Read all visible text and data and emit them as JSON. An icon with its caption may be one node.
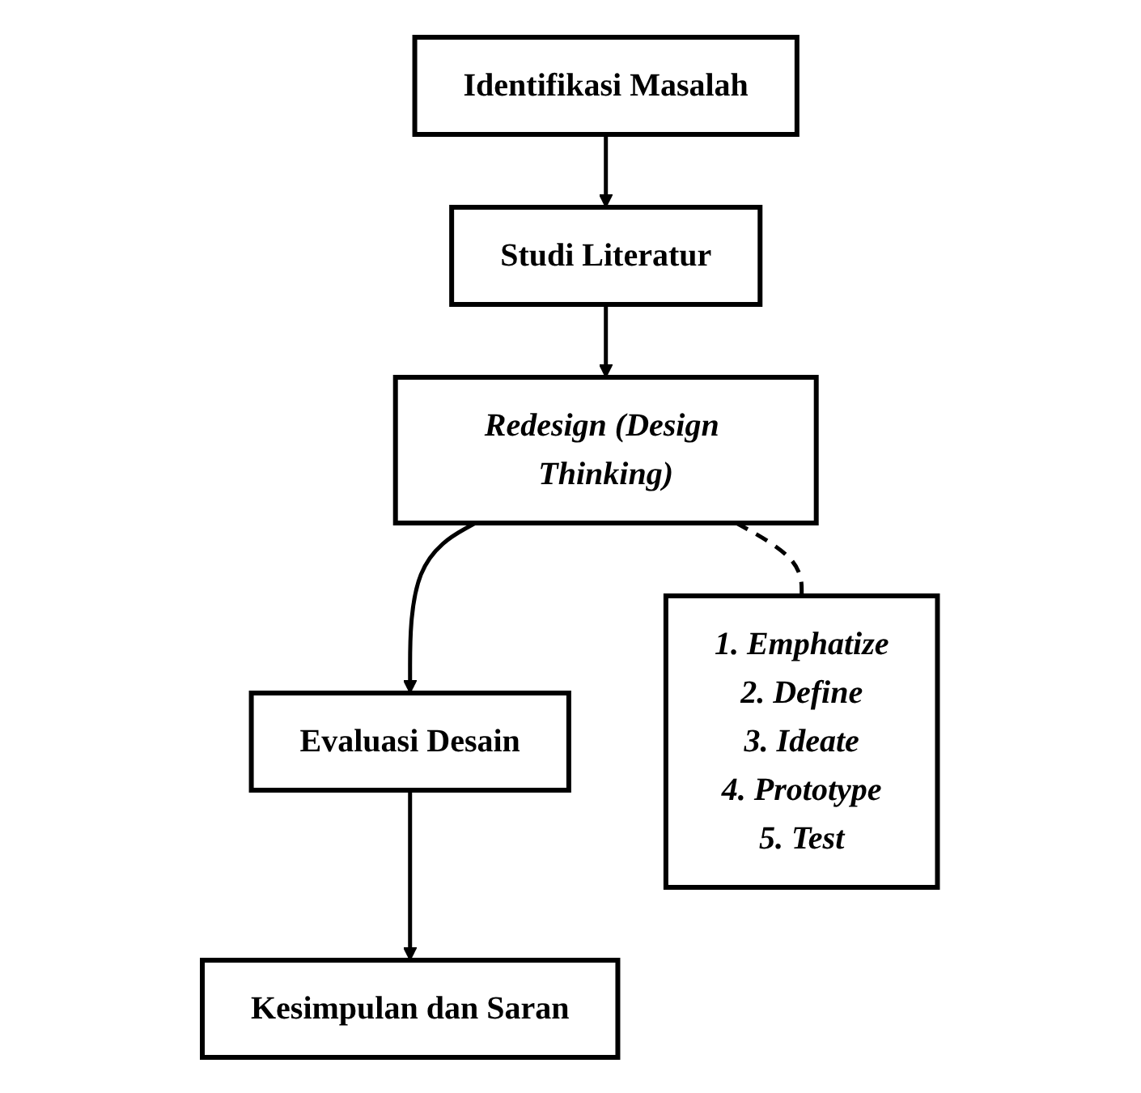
{
  "diagram": {
    "nodes": [
      {
        "text": [
          "Identifikasi Masalah"
        ]
      },
      {
        "text": [
          "Studi Literatur"
        ]
      },
      {
        "text": [
          "Redesign (Design Thinking)"
        ]
      },
      {
        "text": [
          "Evaluasi Desain"
        ]
      },
      {
        "text": [
          "Kesimpulan dan Saran"
        ]
      },
      {
        "text": [
          "1. Emphatize",
          "2. Define",
          "3. Ideate",
          "4. Prototype",
          "5. Test"
        ]
      }
    ],
    "edges": [
      {
        "from": 0,
        "to": 1,
        "arrow": "to"
      },
      {
        "from": 1,
        "to": 2,
        "arrow": "to"
      },
      {
        "from": 2,
        "to": 3,
        "arrow": "to"
      },
      {
        "from": 3,
        "to": 4,
        "arrow": "to"
      },
      {
        "from": 2,
        "to": 5,
        "arrow": "none",
        "style": "dashed"
      }
    ]
  }
}
